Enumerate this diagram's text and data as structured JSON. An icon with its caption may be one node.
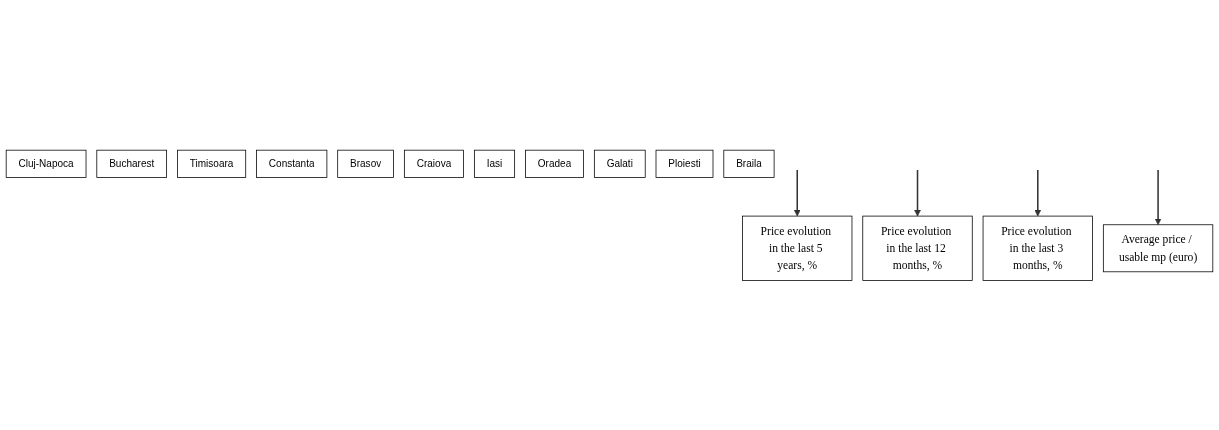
{
  "diagram": {
    "nodes": [
      {
        "text": [
          "Cluj-Napoca"
        ]
      },
      {
        "text": [
          "Bucharest"
        ]
      },
      {
        "text": [
          "Timisoara"
        ]
      },
      {
        "text": [
          "Constanta"
        ]
      },
      {
        "text": [
          "Brasov"
        ]
      },
      {
        "text": [
          "Craiova"
        ]
      },
      {
        "text": [
          "Iasi"
        ]
      },
      {
        "text": [
          "Oradea"
        ]
      },
      {
        "text": [
          "Galati"
        ]
      },
      {
        "text": [
          "Ploiesti"
        ]
      },
      {
        "text": [
          "Braila"
        ]
      },
      {
        "text": [
          "Price evolution in the last 5 years, %"
        ]
      },
      {
        "text": [
          "Price evolution in the last 12 months, %"
        ]
      },
      {
        "text": [
          "Price evolution in the last 3 months, %"
        ]
      },
      {
        "text": [
          "Average price / usable mp (euro)"
        ]
      }
    ],
    "edges": [
      {
        "from": null,
        "to": 11,
        "arrow": "to"
      },
      {
        "from": null,
        "to": 12,
        "arrow": "to"
      },
      {
        "from": null,
        "to": 13,
        "arrow": "to"
      },
      {
        "from": null,
        "to": 14,
        "arrow": "to"
      }
    ]
  }
}
